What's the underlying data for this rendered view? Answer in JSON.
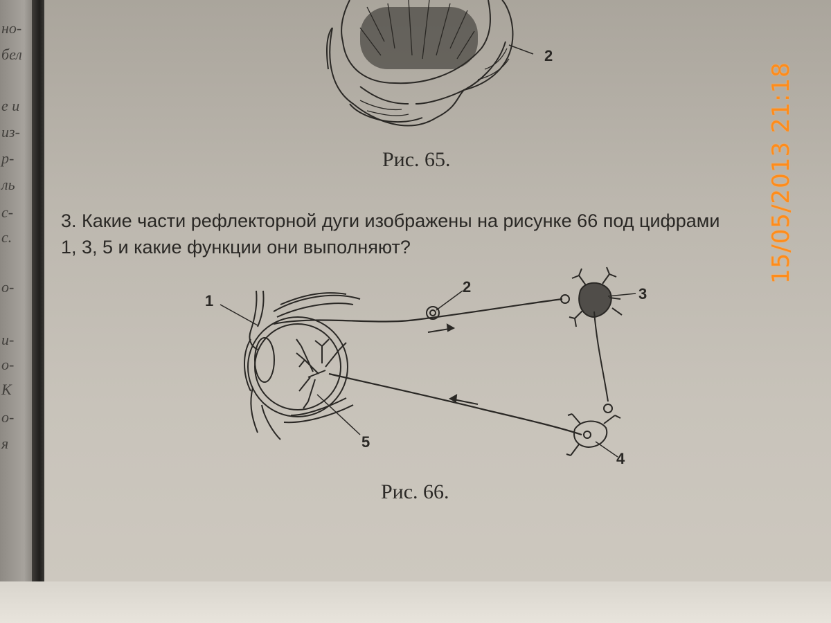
{
  "left_page": {
    "fragments": [
      "но-",
      "бел",
      "е и",
      "из-",
      "р-",
      "ль",
      "с-",
      "с.",
      "о-",
      "и-",
      "о-",
      "К",
      "о-",
      "я"
    ]
  },
  "figure_65": {
    "caption": "Рис. 65.",
    "labels": [
      "2"
    ]
  },
  "question": {
    "line1": "3. Какие части рефлекторной дуги изображены на рисунке 66 под цифрами",
    "line2": "1, 3, 5 и какие функции они выполняют?"
  },
  "figure_66": {
    "caption": "Рис. 66.",
    "labels": {
      "n1": "1",
      "n2": "2",
      "n3": "3",
      "n4": "4",
      "n5": "5"
    }
  },
  "camera_timestamp": "15/05/2013 21:18",
  "colors": {
    "paper": "#c8c3ba",
    "ink": "#2a2825",
    "timestamp": "#ff8c1a"
  }
}
